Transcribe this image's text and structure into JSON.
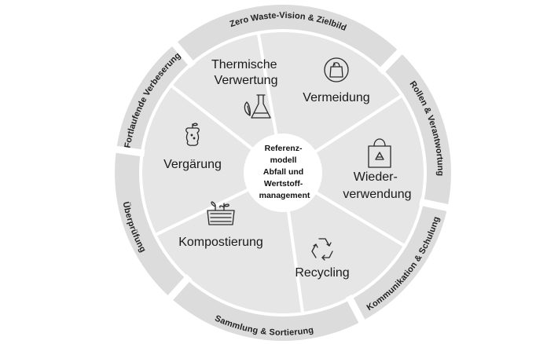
{
  "center": {
    "lines": [
      "Referenz-",
      "modell",
      "Abfall und",
      "Wertstoff-",
      "management"
    ]
  },
  "outer_ring": [
    {
      "label": "Zero Waste-Vision & Zielbild"
    },
    {
      "label": "Rollen & Verantwortung"
    },
    {
      "label": "Kommunikation & Schulung"
    },
    {
      "label": "Sammlung & Sortierung"
    },
    {
      "label": "Überprüfung"
    },
    {
      "label": "Fortlaufende Verbeserung"
    }
  ],
  "segments": [
    {
      "lines": [
        "Vermeidung"
      ],
      "icon": "shopping-bag-circle-icon"
    },
    {
      "lines": [
        "Wieder-",
        "verwendung"
      ],
      "icon": "recycle-bag-icon"
    },
    {
      "lines": [
        "Recycling"
      ],
      "icon": "recycle-arrows-icon"
    },
    {
      "lines": [
        "Kompostierung"
      ],
      "icon": "compost-bin-icon"
    },
    {
      "lines": [
        "Vergärung"
      ],
      "icon": "apple-core-icon"
    },
    {
      "lines": [
        "Thermische",
        "Verwertung"
      ],
      "icon": "flask-leaf-icon"
    }
  ],
  "colors": {
    "outer_ring": "#dcdcdc",
    "inner_segments": "#e6e6e6",
    "separators": "#ffffff",
    "center": "#ffffff",
    "text": "#1a1a1a"
  }
}
